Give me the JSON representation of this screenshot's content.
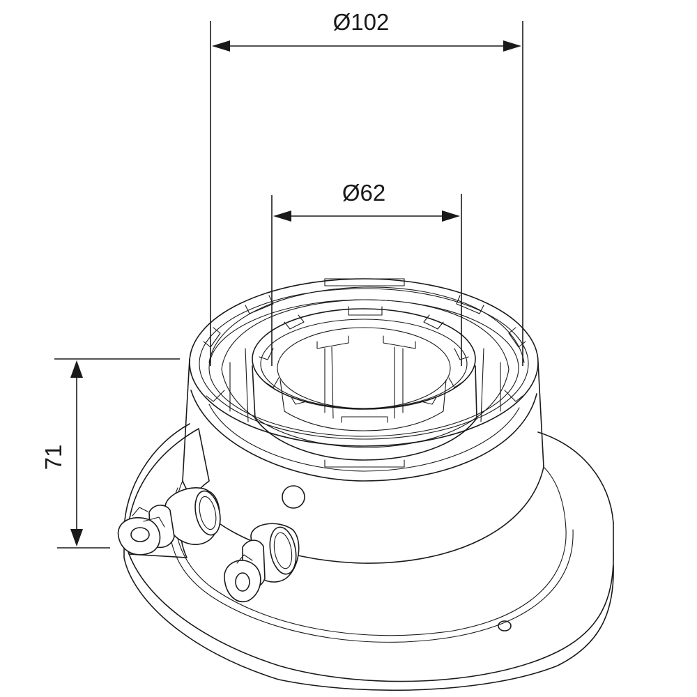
{
  "dimensions": {
    "outer_diameter": "Ø102",
    "inner_diameter": "Ø62",
    "height": "71"
  }
}
